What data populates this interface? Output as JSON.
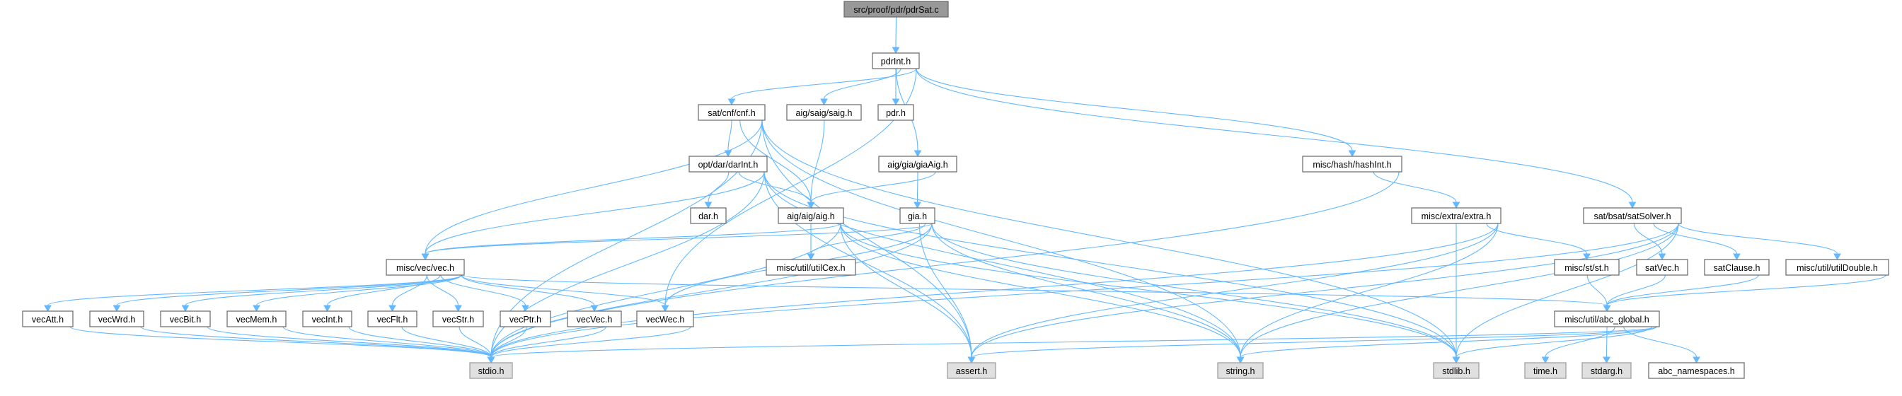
{
  "title": "src/proof/pdr/pdrSat.c",
  "colors": {
    "edge": "#63b8ff",
    "root_fill": "#999999",
    "system_fill": "#e0e0e0",
    "local_fill": "#ffffff"
  },
  "nodes": [
    {
      "id": "pdrSat",
      "label": "src/proof/pdr/pdrSat.c",
      "kind": "root"
    },
    {
      "id": "pdrInt",
      "label": "pdrInt.h",
      "kind": "local"
    },
    {
      "id": "cnf",
      "label": "sat/cnf/cnf.h",
      "kind": "local"
    },
    {
      "id": "saig",
      "label": "aig/saig/saig.h",
      "kind": "local"
    },
    {
      "id": "pdr",
      "label": "pdr.h",
      "kind": "local"
    },
    {
      "id": "darInt",
      "label": "opt/dar/darInt.h",
      "kind": "local"
    },
    {
      "id": "giaAig",
      "label": "aig/gia/giaAig.h",
      "kind": "local"
    },
    {
      "id": "hashInt",
      "label": "misc/hash/hashInt.h",
      "kind": "local"
    },
    {
      "id": "dar",
      "label": "dar.h",
      "kind": "local"
    },
    {
      "id": "aig",
      "label": "aig/aig/aig.h",
      "kind": "local"
    },
    {
      "id": "gia",
      "label": "gia.h",
      "kind": "local"
    },
    {
      "id": "extra",
      "label": "misc/extra/extra.h",
      "kind": "local"
    },
    {
      "id": "satSolver",
      "label": "sat/bsat/satSolver.h",
      "kind": "local"
    },
    {
      "id": "vec",
      "label": "misc/vec/vec.h",
      "kind": "local"
    },
    {
      "id": "utilCex",
      "label": "misc/util/utilCex.h",
      "kind": "local"
    },
    {
      "id": "st",
      "label": "misc/st/st.h",
      "kind": "local"
    },
    {
      "id": "satVec",
      "label": "satVec.h",
      "kind": "local"
    },
    {
      "id": "satClause",
      "label": "satClause.h",
      "kind": "local"
    },
    {
      "id": "utilDouble",
      "label": "misc/util/utilDouble.h",
      "kind": "local"
    },
    {
      "id": "vecAtt",
      "label": "vecAtt.h",
      "kind": "local"
    },
    {
      "id": "vecWrd",
      "label": "vecWrd.h",
      "kind": "local"
    },
    {
      "id": "vecBit",
      "label": "vecBit.h",
      "kind": "local"
    },
    {
      "id": "vecMem",
      "label": "vecMem.h",
      "kind": "local"
    },
    {
      "id": "vecInt",
      "label": "vecInt.h",
      "kind": "local"
    },
    {
      "id": "vecFlt",
      "label": "vecFlt.h",
      "kind": "local"
    },
    {
      "id": "vecStr",
      "label": "vecStr.h",
      "kind": "local"
    },
    {
      "id": "vecPtr",
      "label": "vecPtr.h",
      "kind": "local"
    },
    {
      "id": "vecVec",
      "label": "vecVec.h",
      "kind": "local"
    },
    {
      "id": "vecWec",
      "label": "vecWec.h",
      "kind": "local"
    },
    {
      "id": "abcGlobal",
      "label": "misc/util/abc_global.h",
      "kind": "local"
    },
    {
      "id": "stdio",
      "label": "stdio.h",
      "kind": "system"
    },
    {
      "id": "assert",
      "label": "assert.h",
      "kind": "system"
    },
    {
      "id": "string",
      "label": "string.h",
      "kind": "system"
    },
    {
      "id": "stdlib",
      "label": "stdlib.h",
      "kind": "system"
    },
    {
      "id": "time",
      "label": "time.h",
      "kind": "system"
    },
    {
      "id": "stdarg",
      "label": "stdarg.h",
      "kind": "system"
    },
    {
      "id": "abcNamespaces",
      "label": "abc_namespaces.h",
      "kind": "local"
    }
  ],
  "edges": [
    [
      "pdrSat",
      "pdrInt"
    ],
    [
      "pdrInt",
      "cnf"
    ],
    [
      "pdrInt",
      "saig"
    ],
    [
      "pdrInt",
      "pdr"
    ],
    [
      "pdrInt",
      "giaAig"
    ],
    [
      "pdrInt",
      "vecWec"
    ],
    [
      "pdrInt",
      "hashInt"
    ],
    [
      "pdrInt",
      "satSolver"
    ],
    [
      "cnf",
      "stdio"
    ],
    [
      "cnf",
      "vec"
    ],
    [
      "cnf",
      "darInt"
    ],
    [
      "cnf",
      "aig"
    ],
    [
      "cnf",
      "assert"
    ],
    [
      "cnf",
      "string"
    ],
    [
      "cnf",
      "stdlib"
    ],
    [
      "saig",
      "aig"
    ],
    [
      "giaAig",
      "aig"
    ],
    [
      "giaAig",
      "gia"
    ],
    [
      "darInt",
      "stdio"
    ],
    [
      "darInt",
      "vec"
    ],
    [
      "darInt",
      "dar"
    ],
    [
      "darInt",
      "aig"
    ],
    [
      "darInt",
      "assert"
    ],
    [
      "darInt",
      "string"
    ],
    [
      "darInt",
      "stdlib"
    ],
    [
      "hashInt",
      "extra"
    ],
    [
      "hashInt",
      "stdio"
    ],
    [
      "aig",
      "vec"
    ],
    [
      "aig",
      "stdio"
    ],
    [
      "aig",
      "utilCex"
    ],
    [
      "aig",
      "assert"
    ],
    [
      "aig",
      "string"
    ],
    [
      "aig",
      "stdlib"
    ],
    [
      "gia",
      "vec"
    ],
    [
      "gia",
      "utilCex"
    ],
    [
      "gia",
      "vecWec"
    ],
    [
      "gia",
      "stdio"
    ],
    [
      "gia",
      "assert"
    ],
    [
      "gia",
      "string"
    ],
    [
      "gia",
      "stdlib"
    ],
    [
      "extra",
      "stdio"
    ],
    [
      "extra",
      "assert"
    ],
    [
      "extra",
      "string"
    ],
    [
      "extra",
      "stdlib"
    ],
    [
      "extra",
      "st"
    ],
    [
      "satSolver",
      "stdio"
    ],
    [
      "satSolver",
      "assert"
    ],
    [
      "satSolver",
      "string"
    ],
    [
      "satSolver",
      "satVec"
    ],
    [
      "satSolver",
      "satClause"
    ],
    [
      "satSolver",
      "utilDouble"
    ],
    [
      "satSolver",
      "stdlib"
    ],
    [
      "vec",
      "vecAtt"
    ],
    [
      "vec",
      "vecWrd"
    ],
    [
      "vec",
      "vecBit"
    ],
    [
      "vec",
      "vecMem"
    ],
    [
      "vec",
      "vecInt"
    ],
    [
      "vec",
      "vecFlt"
    ],
    [
      "vec",
      "vecStr"
    ],
    [
      "vec",
      "vecPtr"
    ],
    [
      "vec",
      "vecVec"
    ],
    [
      "vec",
      "vecWec"
    ],
    [
      "vec",
      "abcGlobal"
    ],
    [
      "vecAtt",
      "stdio"
    ],
    [
      "vecWrd",
      "stdio"
    ],
    [
      "vecBit",
      "stdio"
    ],
    [
      "vecMem",
      "stdio"
    ],
    [
      "vecInt",
      "stdio"
    ],
    [
      "vecFlt",
      "stdio"
    ],
    [
      "vecStr",
      "stdio"
    ],
    [
      "vecPtr",
      "stdio"
    ],
    [
      "vecVec",
      "stdio"
    ],
    [
      "vecWec",
      "stdio"
    ],
    [
      "st",
      "abcGlobal"
    ],
    [
      "satVec",
      "abcGlobal"
    ],
    [
      "satClause",
      "abcGlobal"
    ],
    [
      "utilDouble",
      "abcGlobal"
    ],
    [
      "abcGlobal",
      "stdio"
    ],
    [
      "abcGlobal",
      "assert"
    ],
    [
      "abcGlobal",
      "string"
    ],
    [
      "abcGlobal",
      "stdlib"
    ],
    [
      "abcGlobal",
      "time"
    ],
    [
      "abcGlobal",
      "stdarg"
    ],
    [
      "abcGlobal",
      "abcNamespaces"
    ]
  ]
}
